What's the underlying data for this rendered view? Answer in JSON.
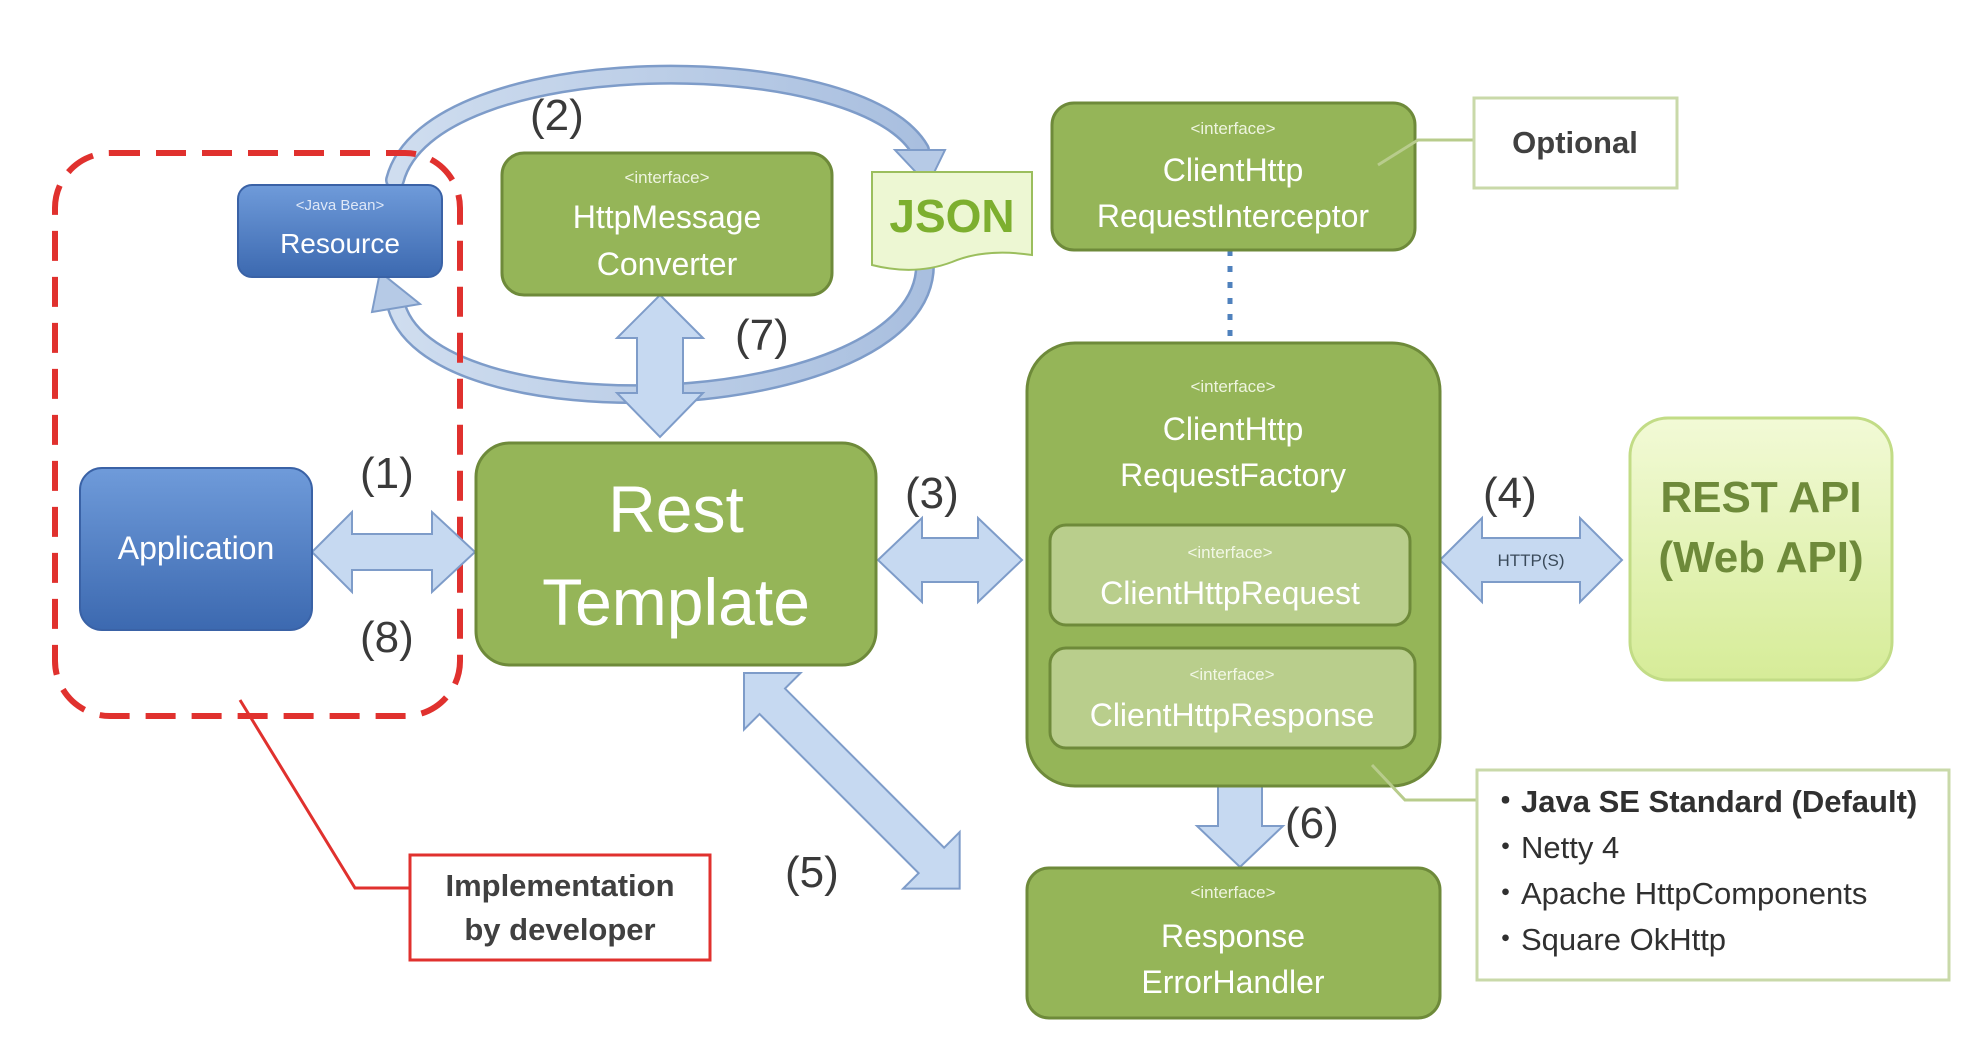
{
  "labels": {
    "java_bean_stereotype": "<Java Bean>",
    "resource": "Resource",
    "json": "JSON",
    "application": "Application",
    "rest_template_line1": "Rest",
    "rest_template_line2": "Template",
    "interface_stereotype": "<interface>",
    "http_message_converter_line1": "HttpMessage",
    "http_message_converter_line2": "Converter",
    "interceptor_line1": "ClientHttp",
    "interceptor_line2": "RequestInterceptor",
    "factory_line1": "ClientHttp",
    "factory_line2": "RequestFactory",
    "client_http_request": "ClientHttpRequest",
    "client_http_response": "ClientHttpResponse",
    "error_handler_line1": "Response",
    "error_handler_line2": "ErrorHandler",
    "rest_api_line1": "REST API",
    "rest_api_line2": "(Web API)",
    "https": "HTTP(S)",
    "optional": "Optional",
    "impl_line1": "Implementation",
    "impl_line2": "by developer"
  },
  "steps": {
    "s1": "(1)",
    "s2": "(2)",
    "s3": "(3)",
    "s4": "(4)",
    "s5": "(5)",
    "s6": "(6)",
    "s7": "(7)",
    "s8": "(8)"
  },
  "implementations": [
    "・Java SE Standard (Default)",
    "・Netty 4",
    "・Apache HttpComponents",
    "・Square OkHttp"
  ],
  "colors": {
    "green_box": "#95B558",
    "green_border": "#6E8A3A",
    "inner_box": "#B9CE8C",
    "blue_box": "#4F81BD",
    "arrow_fill": "#C6D9F1",
    "arrow_stroke": "#7E9CC9",
    "dashed_red": "#E0312E",
    "rest_api_fill": "#E4F3B5",
    "json_green": "#7DAF2F"
  }
}
